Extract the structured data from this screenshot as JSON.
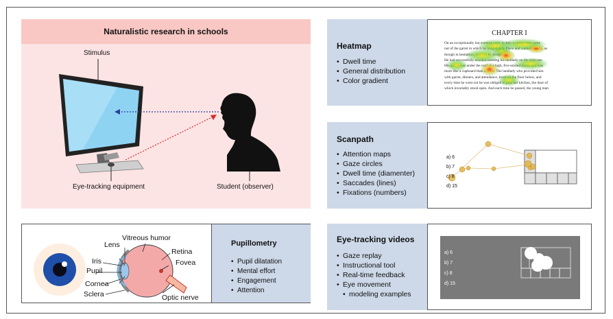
{
  "naturalistic": {
    "title": "Naturalistic research in schools",
    "stimulus_label": "Stimulus",
    "equipment_label": "Eye-tracking equipment",
    "student_label": "Student (observer)"
  },
  "pupillometry": {
    "title": "Pupillometry",
    "items": [
      "Pupil dilatation",
      "Mental effort",
      "Engagement",
      "Attention"
    ],
    "eye_labels": {
      "vitreous": "Vitreous humor",
      "lens": "Lens",
      "retina": "Retina",
      "iris": "Iris",
      "fovea": "Fovea",
      "pupil": "Pupil",
      "cornea": "Cornea",
      "sclera": "Sclera",
      "optic_nerve": "Optic nerve"
    }
  },
  "heatmap": {
    "title": "Heatmap",
    "items": [
      "Dwell time",
      "General distribution",
      "Color gradient"
    ],
    "page_title": "CHAPTER I",
    "page_lines": [
      "On an exceptionally hot evening early in July a young man came",
      "out of the garret in which he lodged in S. Place and walked slowly, as",
      "though in hesitation, towards K. bridge.",
      "He had successfully avoided meeting his landlady on the staircase.",
      "His garret was under the roof of a high, five-storied house and was",
      "more like a cupboard than a room. The landlady who provided him",
      "with garret, dinners, and attendance, lived on the floor below, and",
      "every time he went out he was obliged to pass her kitchen, the door of",
      "which invariably stood open. And each time he passed, the young man"
    ]
  },
  "scanpath": {
    "title": "Scanpath",
    "items": [
      "Attention maps",
      "Gaze circles",
      "Dwell time (diamenter)",
      "Saccades (lines)",
      "Fixations (numbers)"
    ],
    "options": [
      "a)  6",
      "b)  7",
      "c)  8",
      "d)  15"
    ]
  },
  "videos": {
    "title": "Eye-tracking videos",
    "items": [
      "Gaze replay",
      "Instructional tool",
      "Real-time feedback",
      "Eye movement",
      "modeling examples"
    ],
    "options": [
      "a)  6",
      "b)  7",
      "c)  8",
      "d)  15"
    ]
  },
  "colors": {
    "pink_panel": "#fde4e4",
    "pink_header": "#f9c8c4",
    "blue_panel": "#cdd8e8",
    "screen_blue": "#8fd3f3",
    "video_gray": "#7a7a7a",
    "gaze_gold": "#e0b040"
  }
}
